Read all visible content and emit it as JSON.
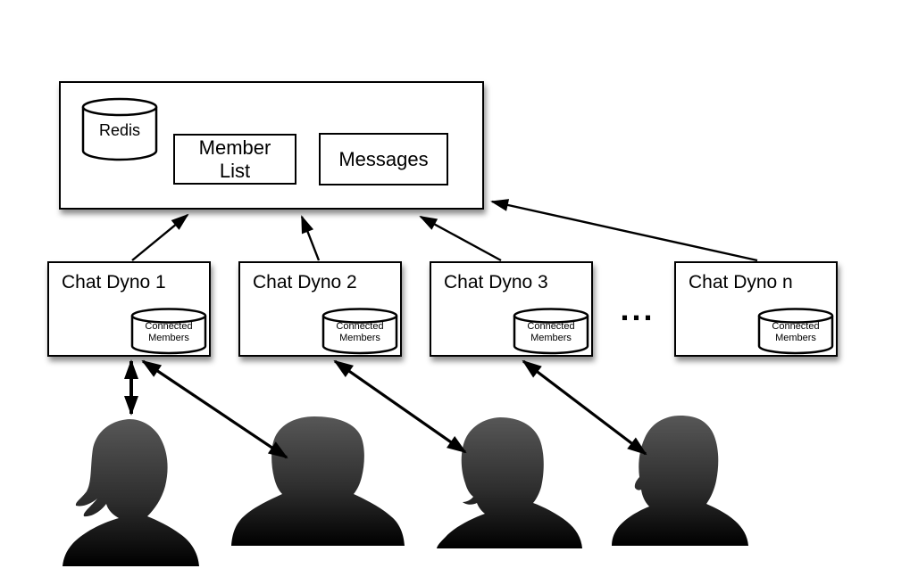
{
  "diagram": {
    "top_box": {
      "redis": {
        "label": "Redis"
      },
      "member_list": {
        "lines": [
          "Member",
          "List"
        ]
      },
      "messages": {
        "label": "Messages"
      }
    },
    "dynos": [
      {
        "label": "Chat Dyno 1",
        "cylinder_lines": [
          "Connected",
          "Members"
        ]
      },
      {
        "label": "Chat Dyno 2",
        "cylinder_lines": [
          "Connected",
          "Members"
        ]
      },
      {
        "label": "Chat Dyno 3",
        "cylinder_lines": [
          "Connected",
          "Members"
        ]
      },
      {
        "label": "Chat Dyno n",
        "cylinder_lines": [
          "Connected",
          "Members"
        ]
      }
    ],
    "ellipsis": "...",
    "colors": {
      "stroke": "#000000",
      "box_fill": "#ffffff",
      "silhouette_top": "#575757",
      "silhouette_bottom": "#000000",
      "background": "#ffffff"
    }
  }
}
